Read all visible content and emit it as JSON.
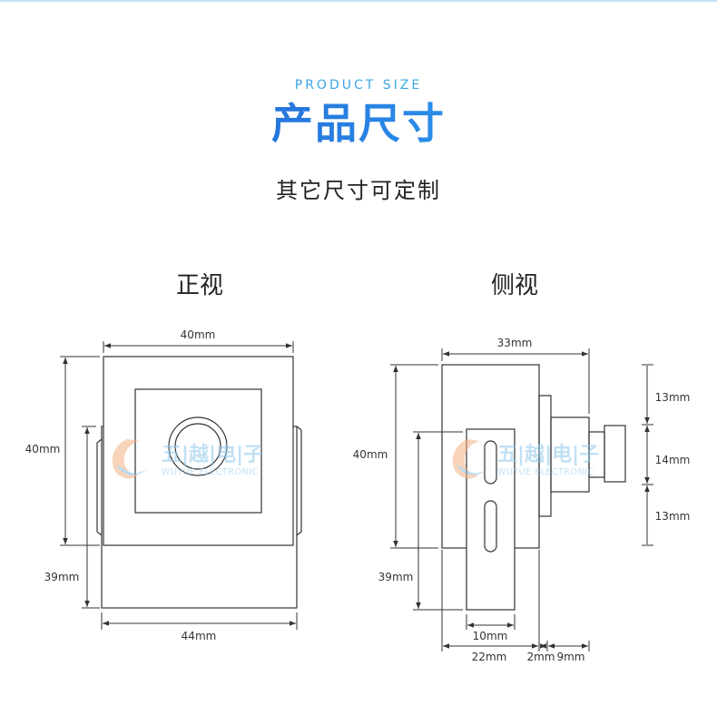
{
  "header": {
    "subtitle_en": "PRODUCT SIZE",
    "title_cn": "产品尺寸",
    "note_cn": "其它尺寸可定制"
  },
  "front_view": {
    "title": "正视",
    "dims": {
      "top_width": "40mm",
      "left_height_upper": "40mm",
      "left_height_lower": "39mm",
      "bottom_width": "44mm"
    }
  },
  "side_view": {
    "title": "侧视",
    "dims": {
      "top_width": "33mm",
      "left_height_upper": "40mm",
      "left_height_lower": "39mm",
      "right_top": "13mm",
      "right_mid": "14mm",
      "right_bottom": "13mm",
      "bracket_width": "10mm",
      "bottom_a": "22mm",
      "bottom_b": "2mm",
      "bottom_c": "9mm"
    }
  },
  "watermark": {
    "brand_cn": "五|越|电|子",
    "brand_en": "WUYUE ELECTRONIC"
  },
  "colors": {
    "accent": "#2a8be8",
    "watermark": "#8fc8ec",
    "line": "#333333"
  }
}
